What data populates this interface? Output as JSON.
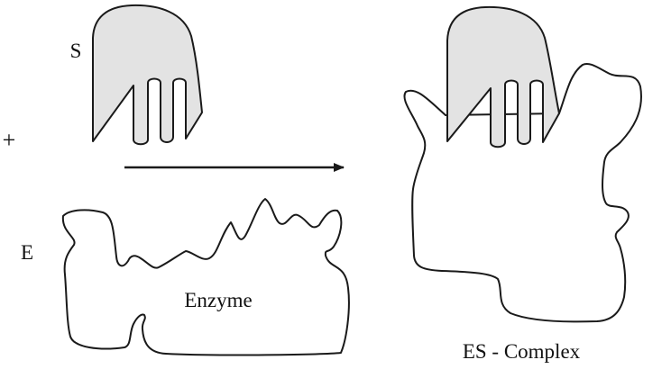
{
  "labels": {
    "substrate": "S",
    "plus": "+",
    "enzyme_letter": "E",
    "enzyme_name": "Enzyme",
    "complex": "ES - Complex"
  },
  "colors": {
    "background": "#ffffff",
    "stroke": "#1a1a1a",
    "substrate_fill": "#e3e3e3"
  }
}
